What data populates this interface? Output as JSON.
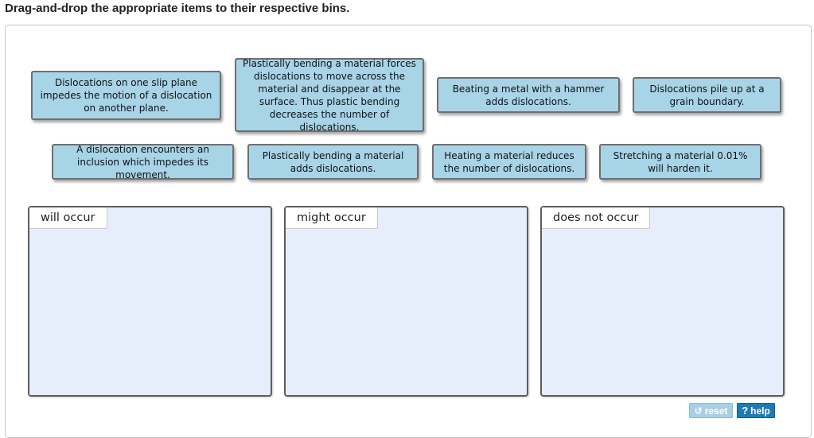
{
  "instruction": "Drag-and-drop the appropriate items to their respective bins.",
  "items": [
    "Dislocations on one slip plane impedes the motion of a dislocation on another plane.",
    "Plastically bending a material forces dislocations to move across the material and disappear at the surface. Thus plastic bending decreases the number of dislocations.",
    "Beating a metal with a hammer adds dislocations.",
    "Dislocations pile up at a grain boundary.",
    "A dislocation encounters an inclusion which impedes its movement.",
    "Plastically bending a material adds dislocations.",
    "Heating a material reduces the number of dislocations.",
    "Stretching a material 0.01% will harden it."
  ],
  "bins": [
    {
      "label": "will occur"
    },
    {
      "label": "might occur"
    },
    {
      "label": "does not occur"
    }
  ],
  "buttons": {
    "reset_label": "reset",
    "help_label": "help",
    "reset_icon": "↺",
    "help_icon": "?"
  },
  "colors": {
    "item_bg": "#a8d4e8",
    "bin_bg": "#e6eefc",
    "help_bg": "#1f7ab4",
    "reset_bg": "#a9cfe6"
  }
}
